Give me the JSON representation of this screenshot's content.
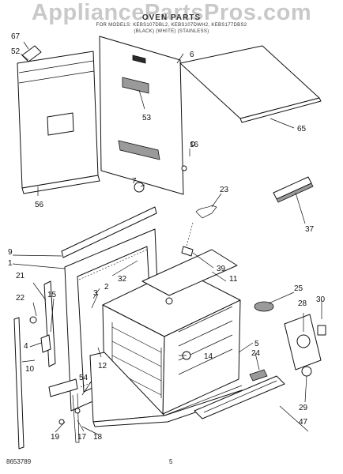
{
  "watermark": "AppliancePartsPros.com",
  "header": {
    "title": "OVEN PARTS",
    "models_line": "FOR MODELS: KEBS107DBL2, KEBS107DWH2, KEBS177DBS2",
    "colors_line": "(BLACK)           (WHITE)           (STAINLESS)"
  },
  "footer": {
    "code": "8653789",
    "page": "5"
  },
  "callouts": [
    "67",
    "52",
    "6",
    "65",
    "53",
    "16",
    "56",
    "7",
    "23",
    "37",
    "9",
    "1",
    "39",
    "32",
    "11",
    "21",
    "3",
    "2",
    "25",
    "22",
    "15",
    "30",
    "28",
    "4",
    "12",
    "14",
    "5",
    "24",
    "10",
    "54",
    "29",
    "47",
    "19",
    "17",
    "18"
  ],
  "colors": {
    "line": "#111111",
    "shade": "#9a9a9a",
    "watermark": "#c9c9c9"
  }
}
